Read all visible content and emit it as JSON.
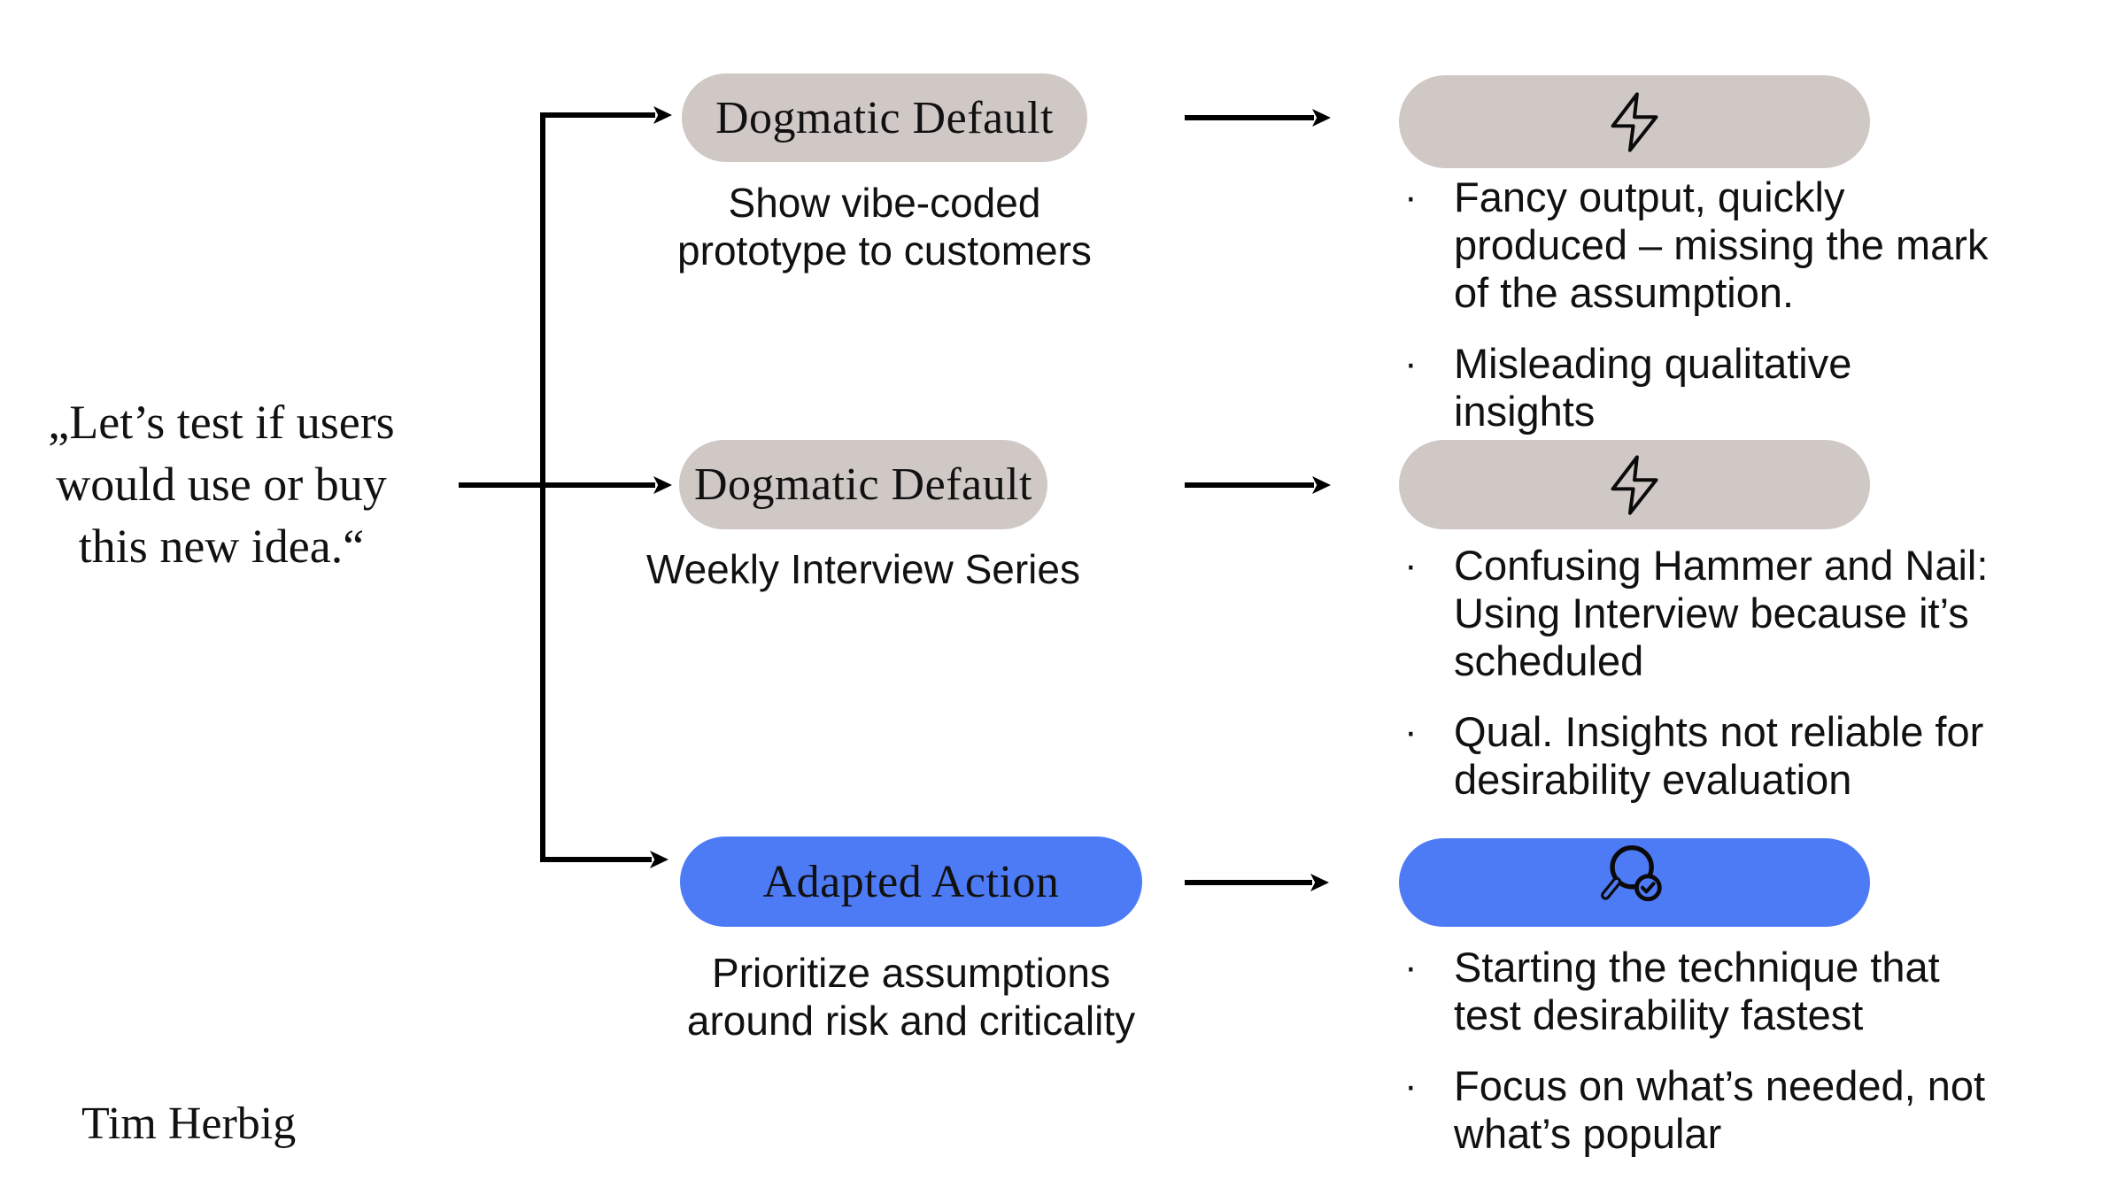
{
  "quote": {
    "lines": [
      "„Let’s test if users",
      "would use or buy",
      "this new idea.“"
    ]
  },
  "attribution": "Tim Herbig",
  "colors": {
    "pill_taupe": "#cfc8c5",
    "pill_blue": "#4d7af5",
    "text": "#111111",
    "line": "#000000",
    "background": "#ffffff"
  },
  "bullet_marker": "·",
  "rows": [
    {
      "kind": "dogmatic-default",
      "pill_label": "Dogmatic Default",
      "caption_lines": [
        "Show vibe-coded",
        "prototype to customers"
      ],
      "icon": "lightning-icon",
      "bullets": [
        {
          "lines": [
            "Fancy output, quickly",
            "produced – missing the mark",
            "of the assumption."
          ]
        },
        {
          "lines": [
            "Misleading qualitative",
            "insights"
          ]
        }
      ]
    },
    {
      "kind": "dogmatic-default",
      "pill_label": "Dogmatic Default",
      "caption_lines": [
        "Weekly Interview Series"
      ],
      "icon": "lightning-icon",
      "bullets": [
        {
          "lines": [
            "Confusing Hammer and Nail:",
            "Using Interview because it’s",
            "scheduled"
          ]
        },
        {
          "lines": [
            "Qual. Insights not reliable for",
            "desirability evaluation"
          ]
        }
      ]
    },
    {
      "kind": "adapted-action",
      "pill_label": "Adapted Action",
      "caption_lines": [
        "Prioritize assumptions",
        "around risk and criticality"
      ],
      "icon": "magnifier-check-icon",
      "bullets": [
        {
          "lines": [
            "Starting the technique that",
            "test desirability fastest"
          ]
        },
        {
          "lines": [
            "Focus on what’s needed, not",
            "what’s popular"
          ]
        }
      ]
    }
  ]
}
